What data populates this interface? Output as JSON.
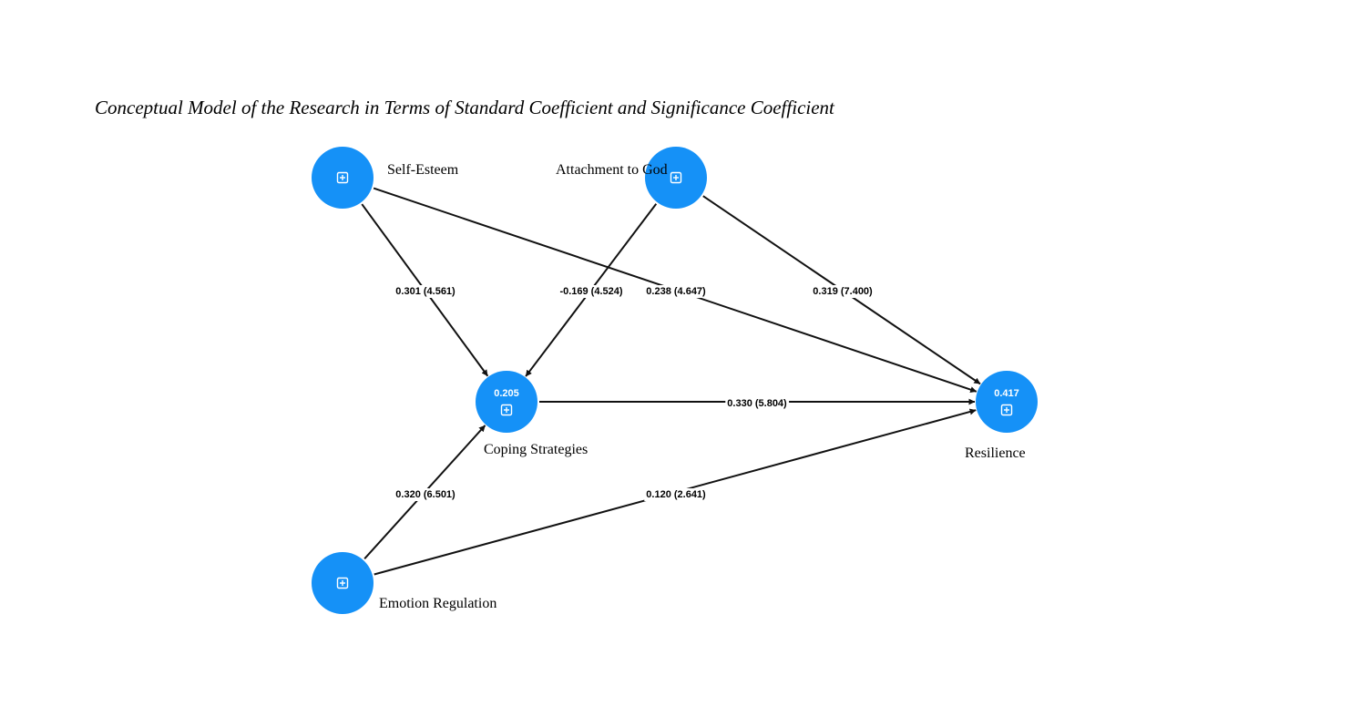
{
  "caption": "Conceptual Model of the Research in Terms of Standard Coefficient and Significance Coefficient",
  "colors": {
    "node_fill": "#1591f7",
    "edge_stroke": "#111111",
    "label_bg": "#ffffff"
  },
  "node_icon": "expand-plus-icon",
  "nodes": [
    {
      "id": "self-esteem",
      "label": "Self-Esteem",
      "r2": ""
    },
    {
      "id": "attachment-to-god",
      "label": "Attachment to God",
      "r2": ""
    },
    {
      "id": "coping-strategies",
      "label": "Coping Strategies",
      "r2": "0.205"
    },
    {
      "id": "resilience",
      "label": "Resilience",
      "r2": "0.417"
    },
    {
      "id": "emotion-regulation",
      "label": "Emotion Regulation",
      "r2": ""
    }
  ],
  "edges": [
    {
      "from": "self-esteem",
      "to": "coping-strategies",
      "label": "0.301 (4.561)"
    },
    {
      "from": "attachment-to-god",
      "to": "coping-strategies",
      "label": "-0.169 (4.524)"
    },
    {
      "from": "self-esteem",
      "to": "resilience",
      "label": "0.238 (4.647)"
    },
    {
      "from": "attachment-to-god",
      "to": "resilience",
      "label": "0.319 (7.400)"
    },
    {
      "from": "coping-strategies",
      "to": "resilience",
      "label": "0.330 (5.804)"
    },
    {
      "from": "emotion-regulation",
      "to": "coping-strategies",
      "label": "0.320 (6.501)"
    },
    {
      "from": "emotion-regulation",
      "to": "resilience",
      "label": "0.120 (2.641)"
    }
  ]
}
